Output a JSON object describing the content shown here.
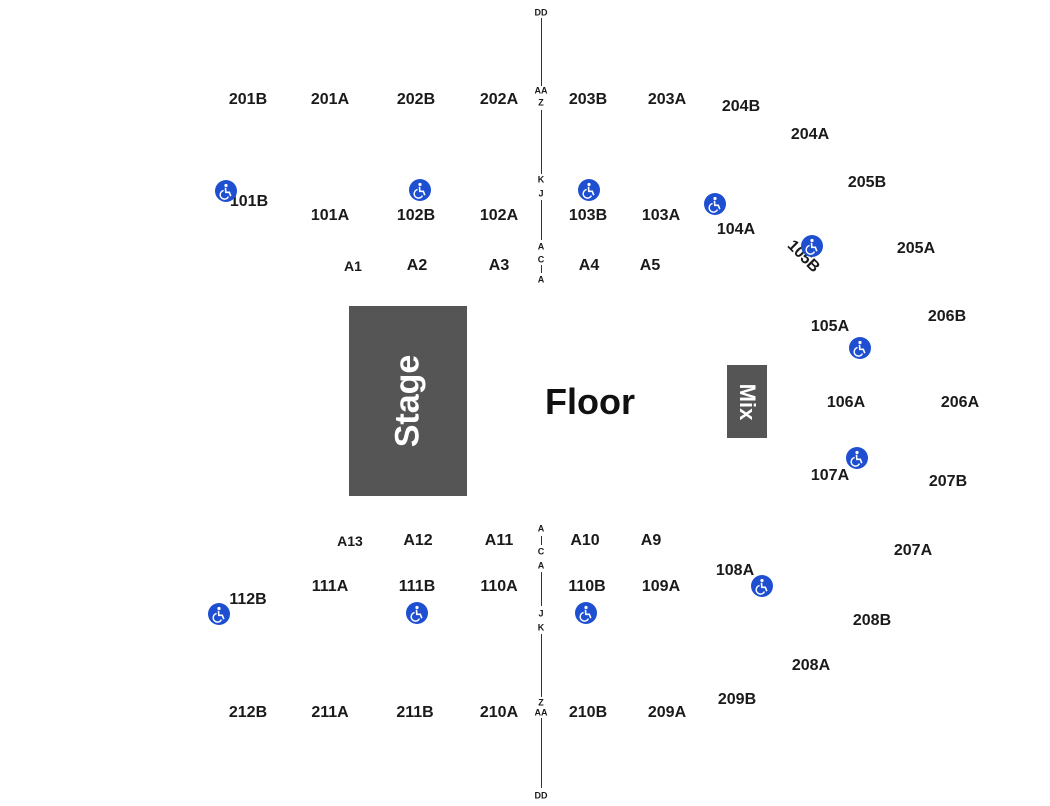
{
  "venue": {
    "stage_label": "Stage",
    "floor_label": "Floor",
    "mix_label": "Mix"
  },
  "sections": {
    "s201B": "201B",
    "s201A": "201A",
    "s202B": "202B",
    "s202A": "202A",
    "s203B": "203B",
    "s203A": "203A",
    "s204B": "204B",
    "s204A": "204A",
    "s205B": "205B",
    "s205A": "205A",
    "s206B": "206B",
    "s206A": "206A",
    "s207B": "207B",
    "s207A": "207A",
    "s208B": "208B",
    "s208A": "208A",
    "s209B": "209B",
    "s209A": "209A",
    "s210B": "210B",
    "s210A": "210A",
    "s211B": "211B",
    "s211A": "211A",
    "s212B": "212B",
    "s101B": "101B",
    "s101A": "101A",
    "s102B": "102B",
    "s102A": "102A",
    "s103B": "103B",
    "s103A": "103A",
    "s104A": "104A",
    "s105B": "105B",
    "s105A": "105A",
    "s106A": "106A",
    "s107A": "107A",
    "s108A": "108A",
    "s109A": "109A",
    "s110B": "110B",
    "s110A": "110A",
    "s111B": "111B",
    "s111A": "111A",
    "s112B": "112B",
    "sA1": "A1",
    "sA2": "A2",
    "sA3": "A3",
    "sA4": "A4",
    "sA5": "A5",
    "sA9": "A9",
    "sA10": "A10",
    "sA11": "A11",
    "sA12": "A12",
    "sA13": "A13"
  },
  "row_markers": {
    "top_dd": "DD",
    "top_aa": "AA",
    "top_z": "Z",
    "top_k": "K",
    "top_j": "J",
    "top_a1": "A",
    "top_c": "C",
    "top_a2": "A",
    "bot_a1": "A",
    "bot_c": "C",
    "bot_a2": "A",
    "bot_j": "J",
    "bot_k": "K",
    "bot_z": "Z",
    "bot_aa": "AA",
    "bot_dd": "DD"
  },
  "accessibility_icon": "wheelchair-icon",
  "colors": {
    "accessible_blue": "#1f4fd1",
    "stage_gray": "#555555",
    "text": "#1a1a1a"
  }
}
